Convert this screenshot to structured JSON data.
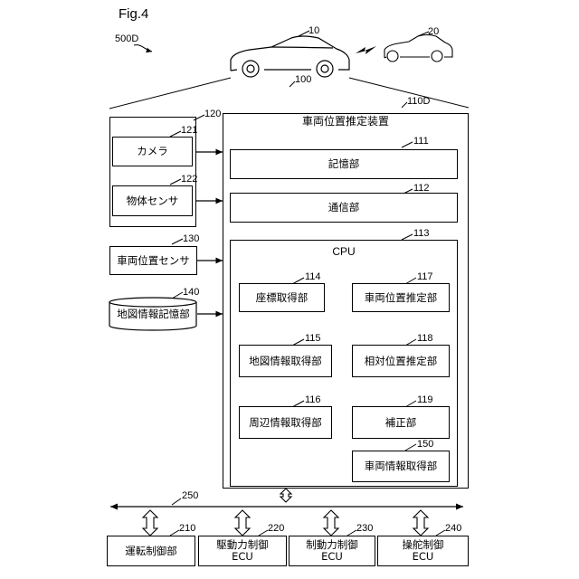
{
  "figure": {
    "label": "Fig.4",
    "system_ref": "500D"
  },
  "vehicles": {
    "own_ref": "10",
    "other_ref": "20",
    "device_ref": "100"
  },
  "device": {
    "title": "車両位置推定装置",
    "ref": "110D",
    "storage": {
      "label": "記憶部",
      "ref": "111"
    },
    "communication": {
      "label": "通信部",
      "ref": "112"
    },
    "cpu": {
      "label": "CPU",
      "ref": "113",
      "units": [
        {
          "label": "座標取得部",
          "ref": "114"
        },
        {
          "label": "車両位置推定部",
          "ref": "117"
        },
        {
          "label": "地図情報取得部",
          "ref": "115"
        },
        {
          "label": "相対位置推定部",
          "ref": "118"
        },
        {
          "label": "周辺情報取得部",
          "ref": "116"
        },
        {
          "label": "補正部",
          "ref": "119"
        },
        {
          "label": "車両情報取得部",
          "ref": "150"
        }
      ]
    }
  },
  "sensors": {
    "group_ref": "120",
    "camera": {
      "label": "カメラ",
      "ref": "121"
    },
    "object_sensor": {
      "label": "物体センサ",
      "ref": "122"
    },
    "position_sensor": {
      "label": "車両位置センサ",
      "ref": "130"
    },
    "map_storage": {
      "label": "地図情報記憶部",
      "ref": "140"
    }
  },
  "bus": {
    "ref": "250"
  },
  "ecus": [
    {
      "line1": "運転制御部",
      "line2": "",
      "ref": "210"
    },
    {
      "line1": "駆動力制御",
      "line2": "ECU",
      "ref": "220"
    },
    {
      "line1": "制動力制御",
      "line2": "ECU",
      "ref": "230"
    },
    {
      "line1": "操舵制御",
      "line2": "ECU",
      "ref": "240"
    }
  ]
}
